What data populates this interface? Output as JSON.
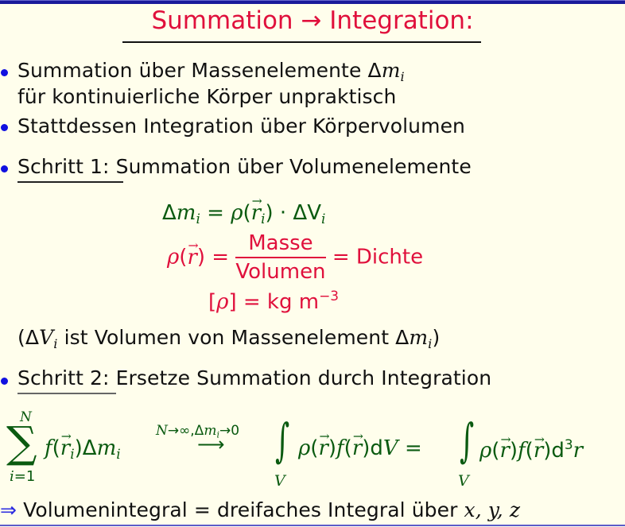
{
  "slide": {
    "title": "Summation → Integration:",
    "bullets": [
      {
        "line1": "Summation über Massenelemente ",
        "math": "Δm",
        "sub": "i",
        "line2": "für kontinuierliche Körper unpraktisch"
      },
      {
        "text": "Stattdessen Integration über Körpervolumen"
      },
      {
        "underlined": "Schritt 1",
        "rest": ": Summation über Volumenelemente"
      },
      {
        "underlined": "Schritt 2",
        "rest": ": Ersetze Summation durch Integration"
      }
    ],
    "equations": {
      "mass_element": {
        "lhs": "Δm",
        "lhs_sub": "i",
        "eq": " = ",
        "rhs": "ρ(",
        "r": "r",
        "r_sub": "i",
        "rhs2": ") · ΔV",
        "rhs_sub": "i"
      },
      "density": {
        "lhs": "ρ(",
        "r": "r",
        "lhs2": ") = ",
        "numerator": "Masse",
        "denominator": "Volumen",
        "rhs": " = Dichte"
      },
      "unit": {
        "lhs": "[ρ] = ",
        "rhs": "kg m",
        "exp": "−3"
      }
    },
    "note": {
      "open": "(ΔV",
      "sub1": "i",
      "mid": " ist Volumen von Massenelement Δm",
      "sub2": "i",
      "close": ")"
    },
    "integral_eq": {
      "sum_upper": "N",
      "sum_lower": "i=1",
      "summand": "f(",
      "r": "r",
      "r_sub": "i",
      "summand2": ")Δm",
      "summand_sub": "i",
      "limit_label": "N→∞,Δm",
      "limit_sub": "i",
      "limit_tail": "→0",
      "arrow": "⟶",
      "int1_body1": "ρ(",
      "int1_body2": ")f(",
      "int1_body3": ")dV = ",
      "int2_body1": "ρ(",
      "int2_body2": ")f(",
      "int2_body3": ")d",
      "int2_exp": "3",
      "int2_tail": "r",
      "int_lower": "V"
    },
    "conclusion": {
      "arrow": "⇒",
      "text": " Volumenintegral = dreifaches Integral über ",
      "vars": "x, y, z"
    },
    "colors": {
      "title": "#e0103c",
      "bullet": "#1010e0",
      "green": "#0a5a10",
      "background": "#fffeec",
      "topbar": "#1a1a9a"
    }
  }
}
